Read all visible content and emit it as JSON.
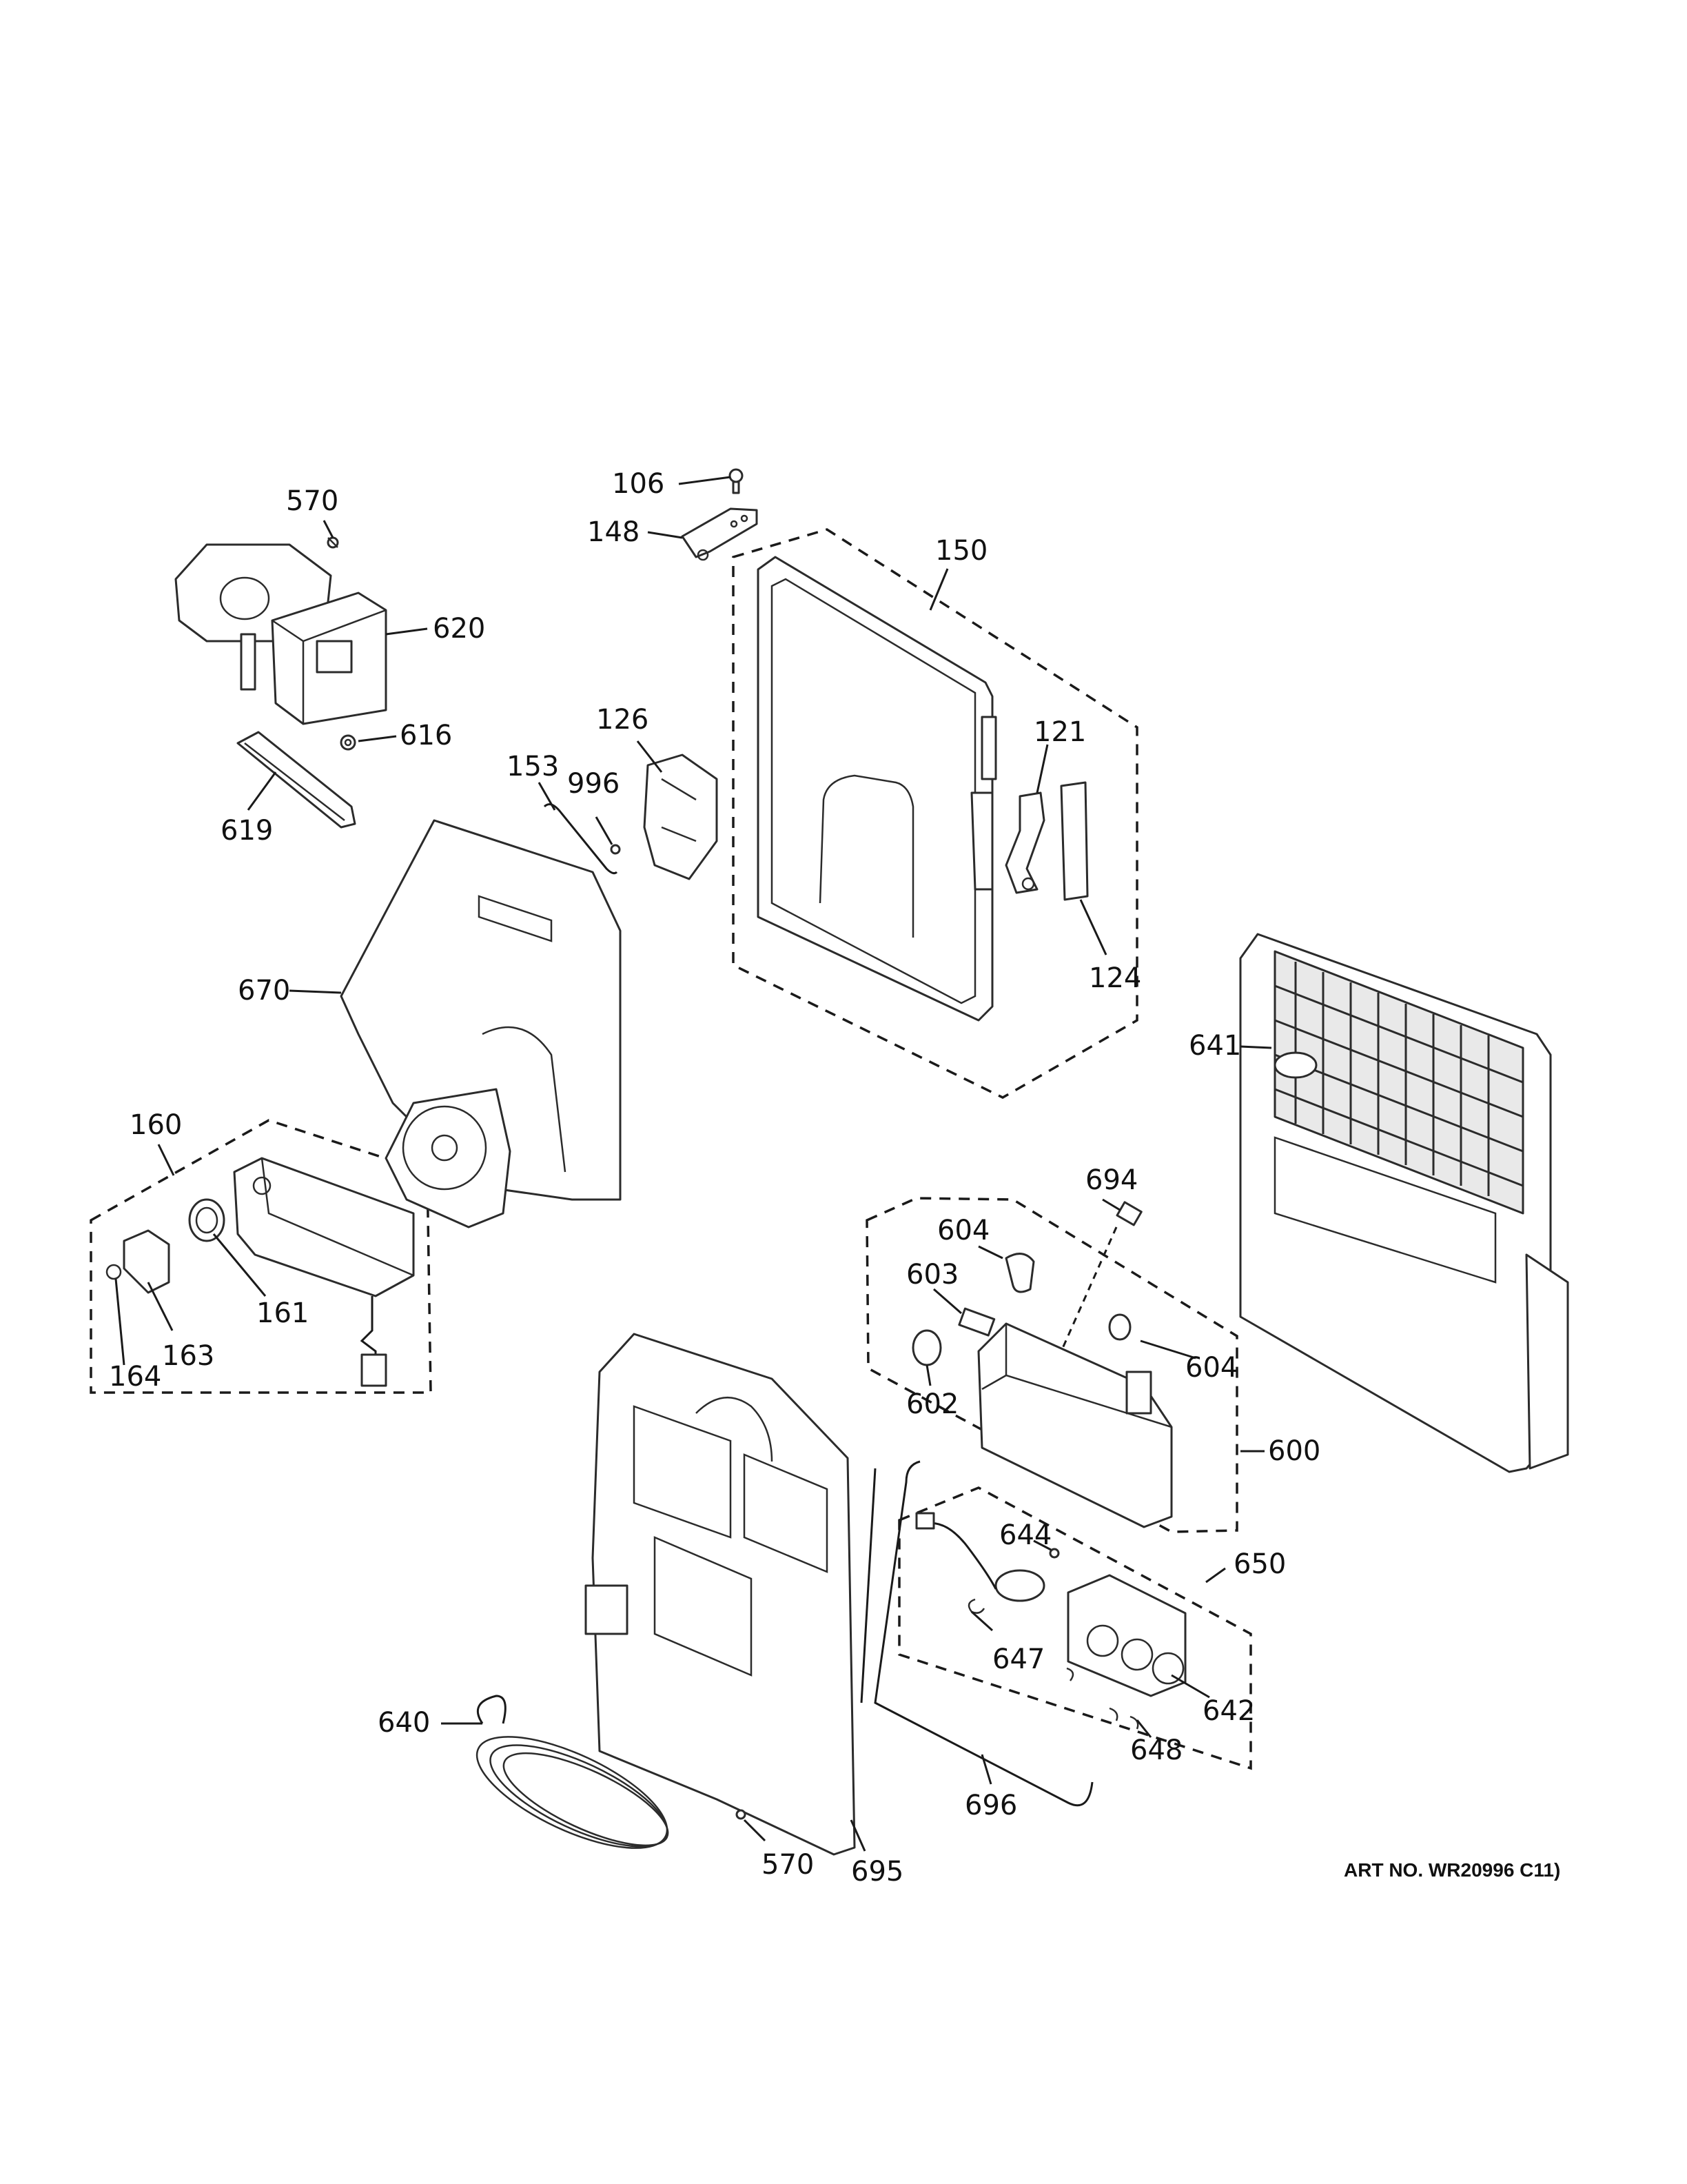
{
  "diagram": {
    "art_number": "ART NO. WR20996 C11)",
    "callouts": [
      {
        "id": "570a",
        "text": "570"
      },
      {
        "id": "620",
        "text": "620"
      },
      {
        "id": "616",
        "text": "616"
      },
      {
        "id": "619",
        "text": "619"
      },
      {
        "id": "106",
        "text": "106"
      },
      {
        "id": "148",
        "text": "148"
      },
      {
        "id": "150",
        "text": "150"
      },
      {
        "id": "126",
        "text": "126"
      },
      {
        "id": "153",
        "text": "153"
      },
      {
        "id": "996",
        "text": "996"
      },
      {
        "id": "121",
        "text": "121"
      },
      {
        "id": "124",
        "text": "124"
      },
      {
        "id": "670",
        "text": "670"
      },
      {
        "id": "160",
        "text": "160"
      },
      {
        "id": "161",
        "text": "161"
      },
      {
        "id": "163",
        "text": "163"
      },
      {
        "id": "164",
        "text": "164"
      },
      {
        "id": "641",
        "text": "641"
      },
      {
        "id": "694",
        "text": "694"
      },
      {
        "id": "604a",
        "text": "604"
      },
      {
        "id": "603",
        "text": "603"
      },
      {
        "id": "604b",
        "text": "604"
      },
      {
        "id": "602",
        "text": "602"
      },
      {
        "id": "600",
        "text": "600"
      },
      {
        "id": "644",
        "text": "644"
      },
      {
        "id": "650",
        "text": "650"
      },
      {
        "id": "647",
        "text": "647"
      },
      {
        "id": "642",
        "text": "642"
      },
      {
        "id": "648",
        "text": "648"
      },
      {
        "id": "640",
        "text": "640"
      },
      {
        "id": "696",
        "text": "696"
      },
      {
        "id": "570b",
        "text": "570"
      },
      {
        "id": "695",
        "text": "695"
      }
    ]
  }
}
